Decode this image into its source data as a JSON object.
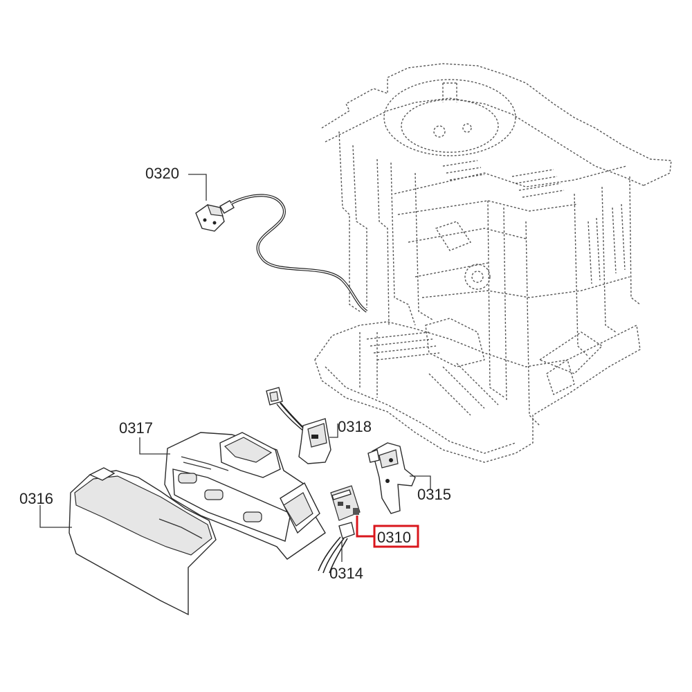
{
  "labels": {
    "p0320": "0320",
    "p0317": "0317",
    "p0318": "0318",
    "p0316": "0316",
    "p0315": "0315",
    "p0310": "0310",
    "p0314": "0314"
  },
  "highlight": {
    "part": "0310",
    "color": "#d9161c"
  }
}
